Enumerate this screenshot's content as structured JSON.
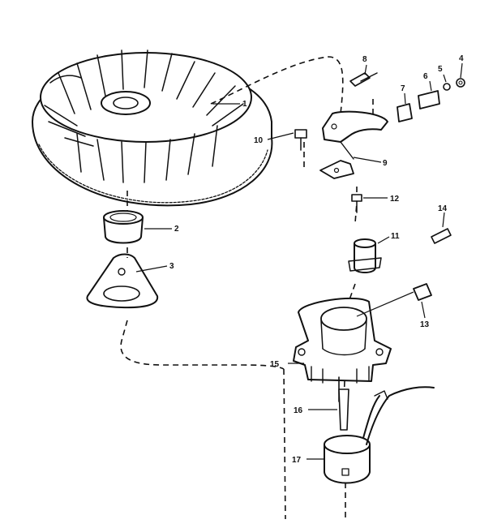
{
  "diagram": {
    "part_labels": {
      "p1": "1",
      "p2": "2",
      "p3": "3",
      "p4": "4",
      "p5": "5",
      "p6": "6",
      "p7": "7",
      "p8": "8",
      "p9": "9",
      "p10": "10",
      "p11": "11",
      "p12": "12",
      "p13": "13",
      "p14": "14",
      "p15": "15",
      "p16": "16",
      "p17": "17"
    }
  },
  "colors": {
    "ink": "#111111",
    "paper": "#ffffff"
  }
}
